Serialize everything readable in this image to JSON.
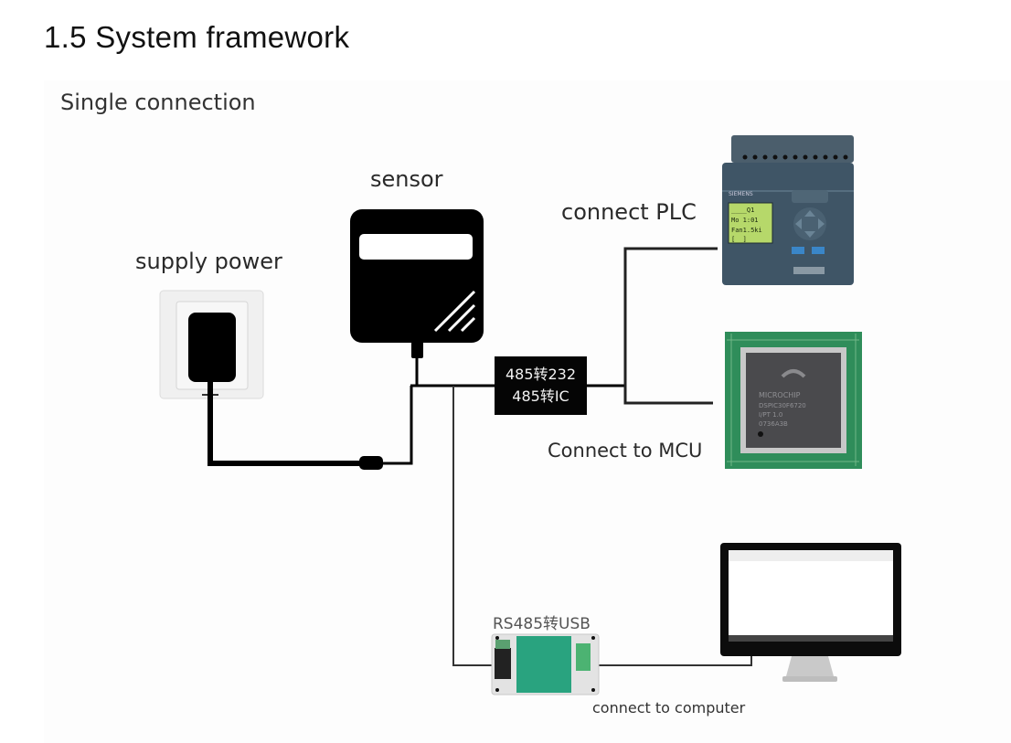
{
  "heading": "1.5 System framework",
  "figure": {
    "subtitle": "Single connection",
    "labels": {
      "sensor": "sensor",
      "supply_power": "supply power",
      "connect_plc": "connect PLC",
      "connect_mcu": "Connect to MCU",
      "rs485_usb": "RS485转USB",
      "connect_computer": "connect to computer"
    },
    "converter": {
      "line1": "485转232",
      "line2": "485转IC"
    },
    "plc": {
      "brand": "SIEMENS",
      "lcd_lines": [
        "Q1",
        "Mo 1:01",
        "Fan 1.5 ki",
        "[__]"
      ],
      "color": "#3f5566",
      "lcd_color": "#b6d86a"
    },
    "mcu": {
      "chip_text": [
        "MICROCHIP",
        "DSPIC30F6720",
        "I/PT 1.0",
        "0736A3B"
      ],
      "board_color": "#2f8d5a"
    },
    "usb_adapter": {
      "body_color": "#29a37f"
    },
    "colors": {
      "wire": "#000000",
      "sensor": "#000000"
    }
  }
}
